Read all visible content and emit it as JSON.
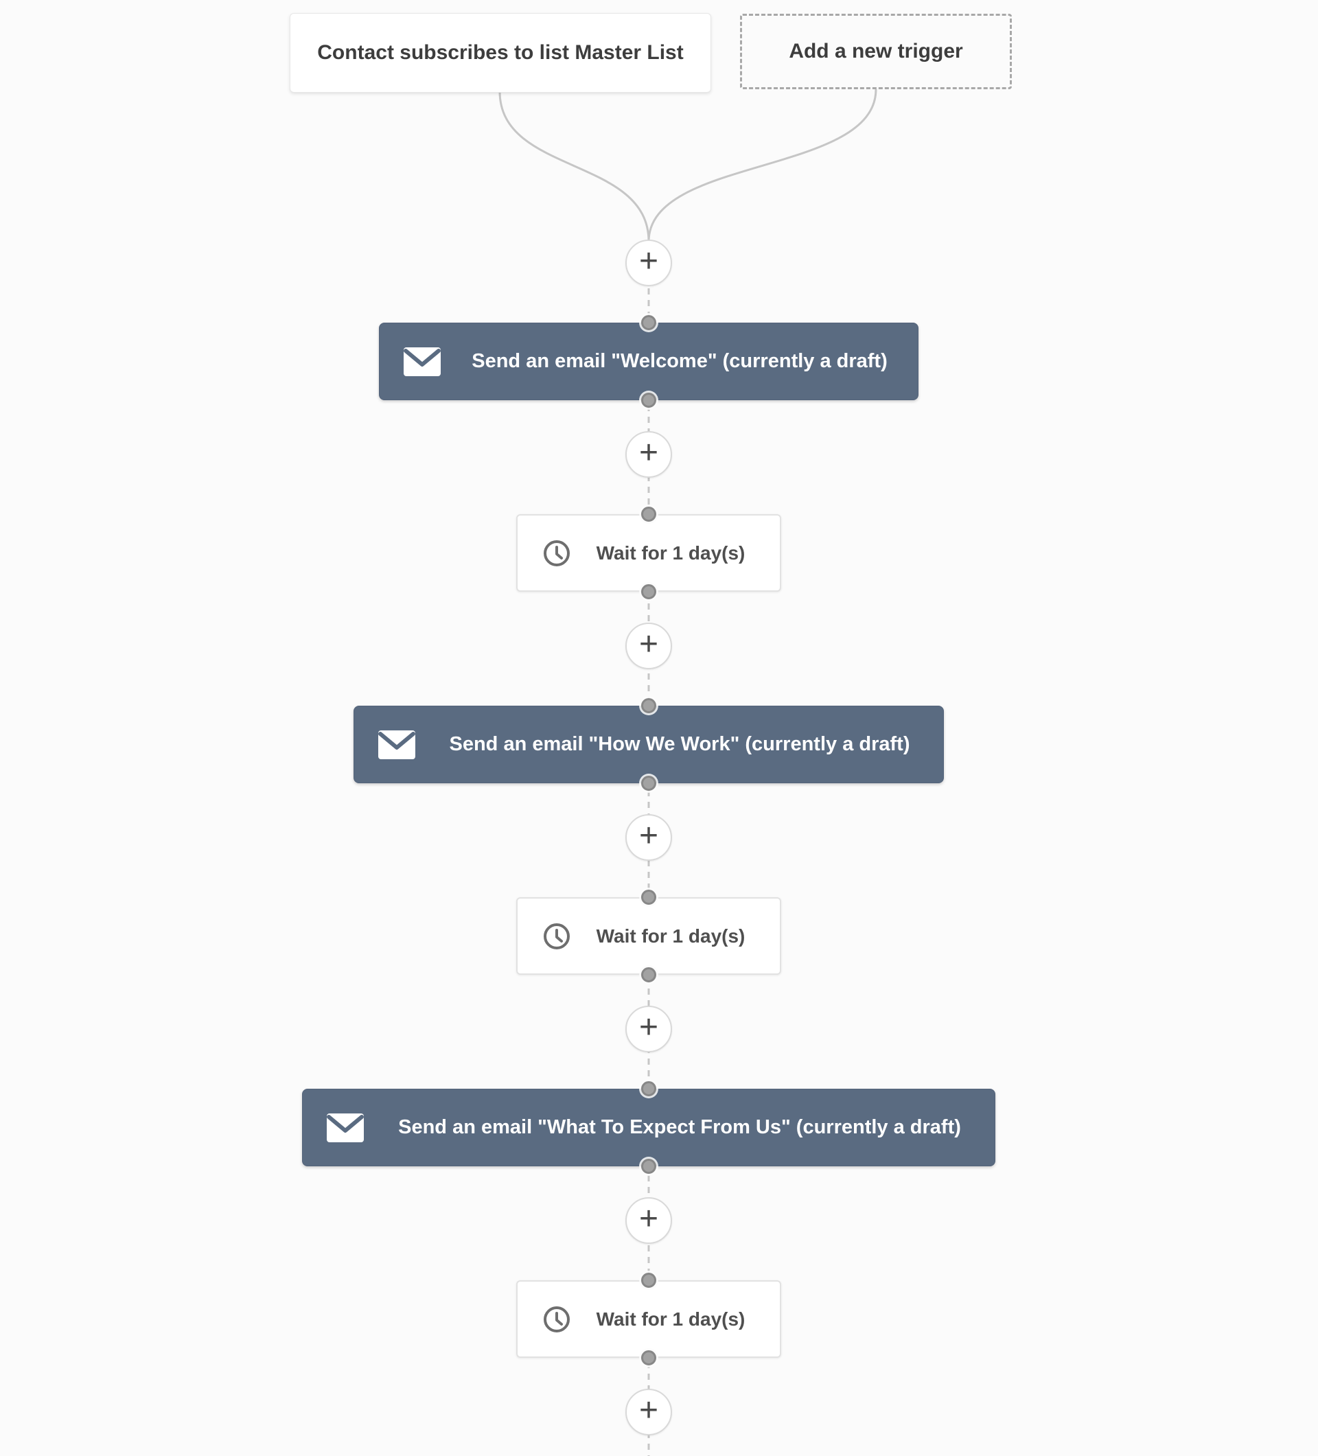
{
  "canvas": {
    "background": "#fbfbfb"
  },
  "triggers": {
    "primary": {
      "label": "Contact subscribes to list Master List"
    },
    "add_new": {
      "label": "Add a new trigger"
    }
  },
  "flow": {
    "plus_glyph": "+",
    "steps": [
      {
        "type": "email",
        "icon": "envelope-icon",
        "label": "Send an email \"Welcome\" (currently a draft)"
      },
      {
        "type": "wait",
        "icon": "clock-icon",
        "label": "Wait for 1 day(s)"
      },
      {
        "type": "email",
        "icon": "envelope-icon",
        "label": "Send an email \"How We Work\" (currently a draft)"
      },
      {
        "type": "wait",
        "icon": "clock-icon",
        "label": "Wait for 1 day(s)"
      },
      {
        "type": "email",
        "icon": "envelope-icon",
        "label": "Send an email \"What To Expect From Us\" (currently a draft)"
      },
      {
        "type": "wait",
        "icon": "clock-icon",
        "label": "Wait for 1 day(s)"
      }
    ]
  },
  "colors": {
    "canvas_bg": "#fbfbfb",
    "email_step_bg": "#5a6b81",
    "email_step_text": "#ffffff",
    "wait_step_text": "#4f4f4f",
    "trigger_text": "#3d3d3d",
    "connector": "#c6c6c6",
    "node_dot": "#9b9b9b",
    "plus_glyph_color": "#4a4a4a"
  }
}
